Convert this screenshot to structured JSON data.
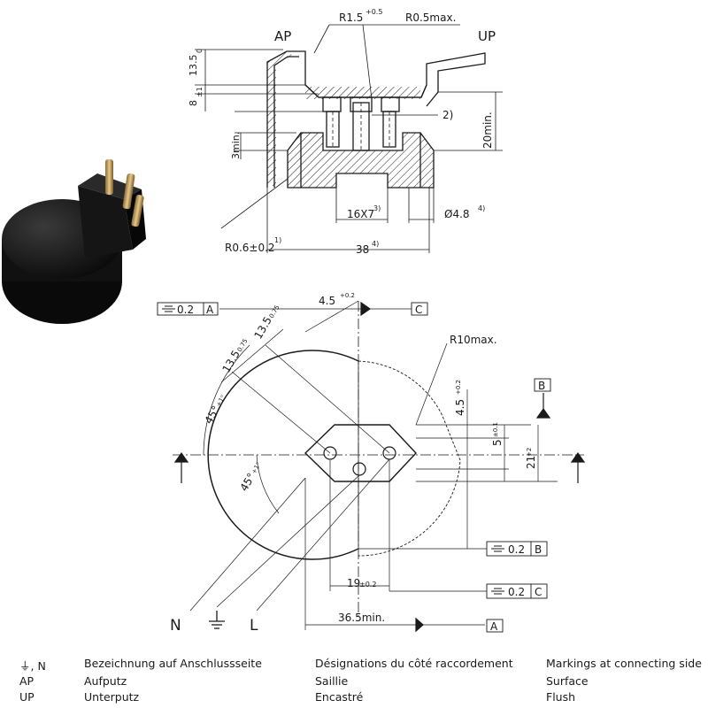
{
  "plug_photo": {
    "description": ""
  },
  "side_view": {
    "label_ap": "AP",
    "label_up": "UP",
    "dim_r15": "R1.5",
    "dim_r15_tol": "+0.5",
    "dim_r05": "R0.5max.",
    "dim_135": "13.5",
    "dim_135_tol": "0",
    "dim_8": "8",
    "dim_8_tol": "±1",
    "note_2": "2)",
    "dim_20min": "20min.",
    "dim_3min": "3min.",
    "dim_16x7": "16X7",
    "dim_16x7_note": "3)",
    "dim_phi48": "Ø4.8",
    "dim_phi48_note": "4)",
    "dim_r06": "R0.6±0.2",
    "dim_r06_note": "1)",
    "dim_38": "38",
    "dim_38_note": "4)"
  },
  "front_view": {
    "tol_a": "0.2",
    "datum_a": "A",
    "tol_b": "0.2",
    "datum_b": "B",
    "tol_c": "0.2",
    "datum_c": "C",
    "dim_45_top": "4.5",
    "dim_45_top_tol": "+0.2",
    "dim_r10": "R10max.",
    "dim_135_a": "13.5",
    "dim_135_a_tol": "0.75",
    "dim_135_b": "13.5",
    "dim_135_b_tol": "0.75",
    "dim_45_deg": "45°",
    "dim_45_deg_tol": "+1°",
    "dim_45_deg_b": "45°",
    "dim_45_deg_b_tol": "+1°",
    "dim_45_right": "4.5",
    "dim_45_right_tol": "+0.2",
    "dim_5": "5",
    "dim_5_tol": "±0.1",
    "dim_21": "21",
    "dim_21_tol": "+2",
    "dim_19": "19",
    "dim_19_tol": "±0.2",
    "dim_365": "36.5min.",
    "label_n": "N",
    "label_l": "L"
  },
  "legend": [
    {
      "symbol": "⏚, N",
      "de": "Bezeichnung auf Anschlussseite",
      "fr": "Désignations du côté raccordement",
      "en": "Markings at connecting side"
    },
    {
      "symbol": "AP",
      "de": "Aufputz",
      "fr": "Saillie",
      "en": "Surface"
    },
    {
      "symbol": "UP",
      "de": "Unterputz",
      "fr": "Encastré",
      "en": "Flush"
    }
  ],
  "colors": {
    "ink": "#1a1a1a",
    "paper": "#ffffff"
  }
}
